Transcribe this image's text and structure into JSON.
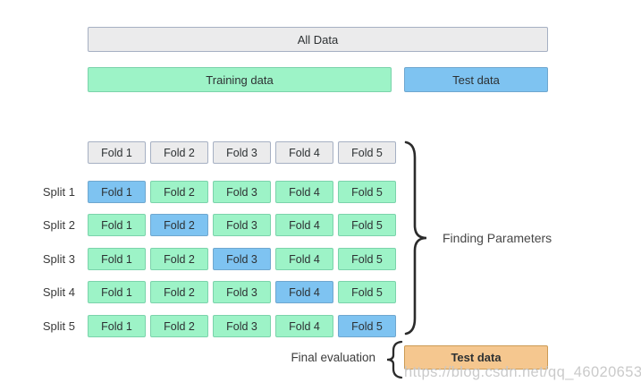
{
  "top": {
    "all_data": "All Data",
    "training": "Training data",
    "test": "Test data"
  },
  "grid": {
    "header": [
      "Fold 1",
      "Fold 2",
      "Fold 3",
      "Fold 4",
      "Fold 5"
    ],
    "splits": [
      {
        "label": "Split 1",
        "test_fold_index": 0,
        "cells": [
          "Fold 1",
          "Fold 2",
          "Fold 3",
          "Fold 4",
          "Fold 5"
        ]
      },
      {
        "label": "Split 2",
        "test_fold_index": 1,
        "cells": [
          "Fold 1",
          "Fold 2",
          "Fold 3",
          "Fold 4",
          "Fold 5"
        ]
      },
      {
        "label": "Split 3",
        "test_fold_index": 2,
        "cells": [
          "Fold 1",
          "Fold 2",
          "Fold 3",
          "Fold 4",
          "Fold 5"
        ]
      },
      {
        "label": "Split 4",
        "test_fold_index": 3,
        "cells": [
          "Fold 1",
          "Fold 2",
          "Fold 3",
          "Fold 4",
          "Fold 5"
        ]
      },
      {
        "label": "Split 5",
        "test_fold_index": 4,
        "cells": [
          "Fold 1",
          "Fold 2",
          "Fold 3",
          "Fold 4",
          "Fold 5"
        ]
      }
    ]
  },
  "annotations": {
    "finding_parameters": "Finding Parameters",
    "final_evaluation": "Final evaluation",
    "final_test": "Test data",
    "watermark": "https://blog.csdn.net/qq_46020653"
  },
  "colors": {
    "gray_fill": "#ebebec",
    "gray_border": "#a6b0c3",
    "green_fill": "#9df3c7",
    "green_border": "#7bd3ab",
    "blue_fill": "#7ec3f1",
    "blue_border": "#6fa7cf",
    "orange_fill": "#f5c78f",
    "orange_border": "#cc9b55",
    "text": "#2d3133",
    "watermark": "#c7c7c7"
  }
}
